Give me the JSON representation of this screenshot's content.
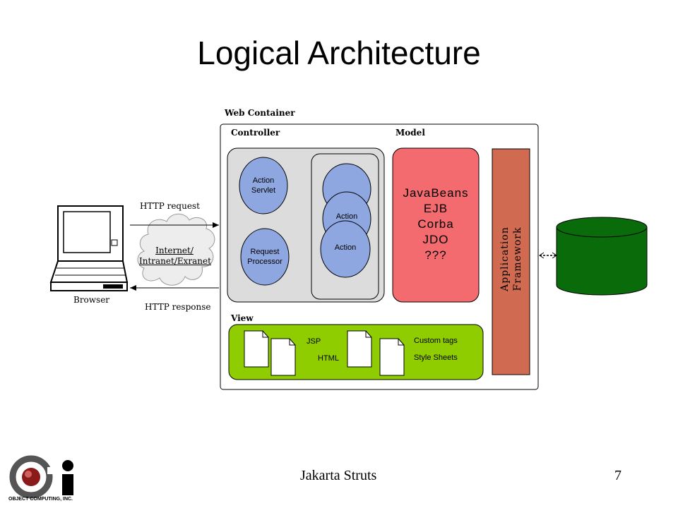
{
  "title": "Logical Architecture",
  "diagram": {
    "web_container": "Web Container",
    "controller": "Controller",
    "model": "Model",
    "view": "View",
    "browser": "Browser",
    "http_request": "HTTP request",
    "http_response": "HTTP response",
    "network_line1": "Internet/",
    "network_line2": "Intranet/Exranet",
    "action_servlet_line1": "Action",
    "action_servlet_line2": "Servlet",
    "request_processor_line1": "Request",
    "request_processor_line2": "Processor",
    "action_label": "Action",
    "model_items": [
      "JavaBeans",
      "EJB",
      "Corba",
      "JDO",
      "???"
    ],
    "app_framework_line1": "Application",
    "app_framework_line2": "Framework",
    "view_jsp": "JSP",
    "view_html": "HTML",
    "view_custom_tags": "Custom tags",
    "view_style_sheets": "Style Sheets"
  },
  "footer": {
    "center_text": "Jakarta Struts",
    "page_number": "7",
    "logo_text": "Object Computing, Inc."
  },
  "colors": {
    "controller_bg": "#dcdcdc",
    "action_circle": "#8fa7e0",
    "model_bg": "#f36a6f",
    "app_framework": "#d06a50",
    "view_bg": "#8fcc00",
    "database": "#0a6b0a"
  }
}
